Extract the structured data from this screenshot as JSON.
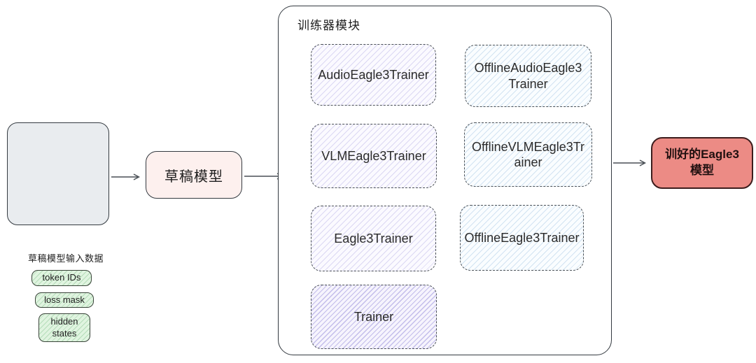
{
  "input_group": {
    "title": "草稿模型输入数据",
    "items": [
      "token IDs",
      "loss mask",
      "hidden\nstates"
    ]
  },
  "draft_model": {
    "label": "草稿模型"
  },
  "trainer_module": {
    "title": "训练器模块",
    "online_trainers": [
      "AudioEagle3Trainer",
      "VLMEagle3Trainer",
      "Eagle3Trainer"
    ],
    "offline_trainers": [
      "OfflineAudioEagle3\nTrainer",
      "OfflineVLMEagle3Tr\nainer",
      "OfflineEagle3Trainer"
    ],
    "base_trainer": "Trainer"
  },
  "output_model": {
    "label": "训好的Eagle3\n模型"
  },
  "colors": {
    "input_group_fill": "#e9ecef",
    "chip_fill": "#e0f4e0",
    "chip_hatch": "#8cc79a",
    "draft_model_fill": "#fdf0ee",
    "trainer_node_fill": "#fbfaff",
    "trainer_node_hatch": "#c7c1ea",
    "offline_node_fill": "#fafdff",
    "offline_node_hatch": "#c3daee",
    "base_trainer_fill": "#f6f4fd",
    "base_trainer_hatch": "#b7b0e4",
    "output_model_fill": "#ec8b85",
    "stroke": "#343a40"
  }
}
